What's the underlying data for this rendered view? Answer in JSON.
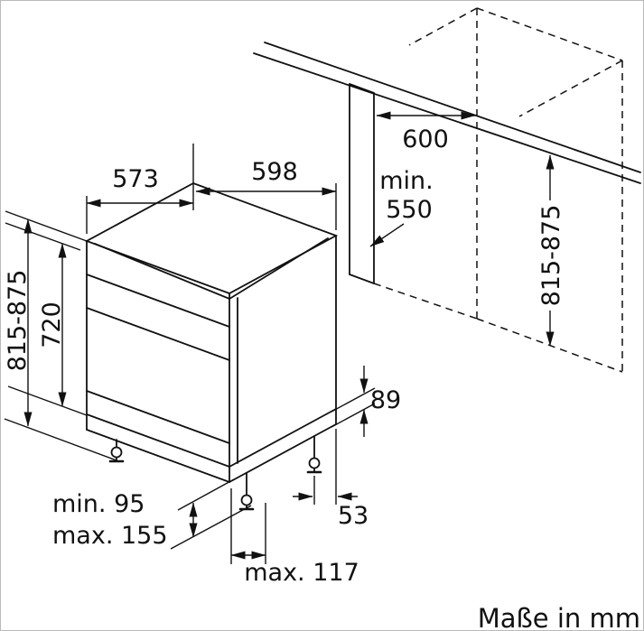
{
  "diagram": {
    "title_caption": "Maße in mm",
    "dimensions": {
      "depth_top": "573",
      "width_top": "598",
      "niche_depth": "600",
      "niche_min_line1": "min.",
      "niche_min_line2": "550",
      "height_total_left": "815-875",
      "appliance_height": "720",
      "height_total_right": "815-875",
      "base_height": "89",
      "foot_offset": "53",
      "foot_min": "min. 95",
      "foot_max": "max. 155",
      "door_max": "max. 117"
    },
    "colors": {
      "line": "#111111",
      "background": "#ffffff"
    }
  }
}
